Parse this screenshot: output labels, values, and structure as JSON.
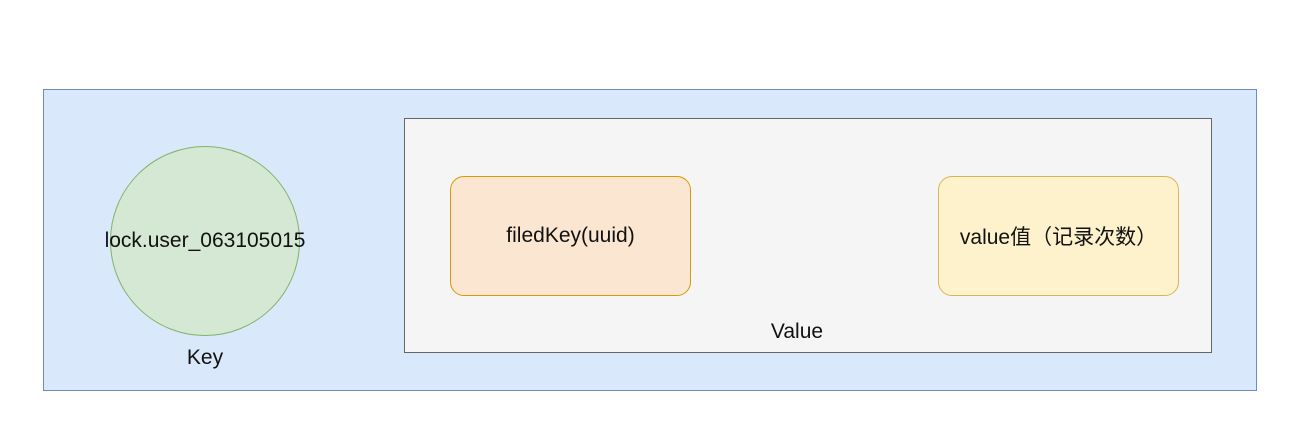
{
  "diagram": {
    "key": {
      "circle_label": "lock.user_063105015",
      "caption": "Key"
    },
    "value": {
      "caption": "Value",
      "field_label": "filedKey(uuid)",
      "value_label": "value值（记录次数）"
    }
  },
  "colors": {
    "outer_fill": "#dae8fc",
    "outer_stroke": "#6c8ebf",
    "key_fill": "#d5e8d4",
    "key_stroke": "#82b366",
    "value_fill": "#f5f5f5",
    "value_stroke": "#666666",
    "field_fill": "#fae6d1",
    "field_stroke": "#d79b00",
    "valuefield_fill": "#fef2cc",
    "valuefield_stroke": "#d6b656"
  }
}
